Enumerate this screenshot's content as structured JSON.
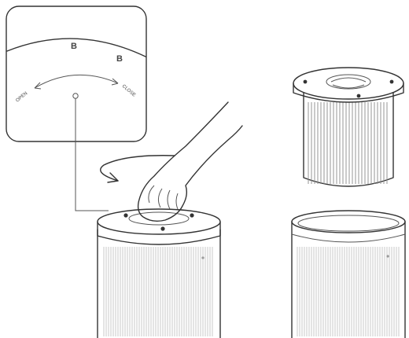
{
  "inset": {
    "marker_left": "B",
    "marker_right": "B",
    "label_open": "OPEN",
    "label_close": "CLOSE"
  },
  "colors": {
    "line": "#333333",
    "mesh": "#c9c9c9",
    "background": "#ffffff"
  }
}
